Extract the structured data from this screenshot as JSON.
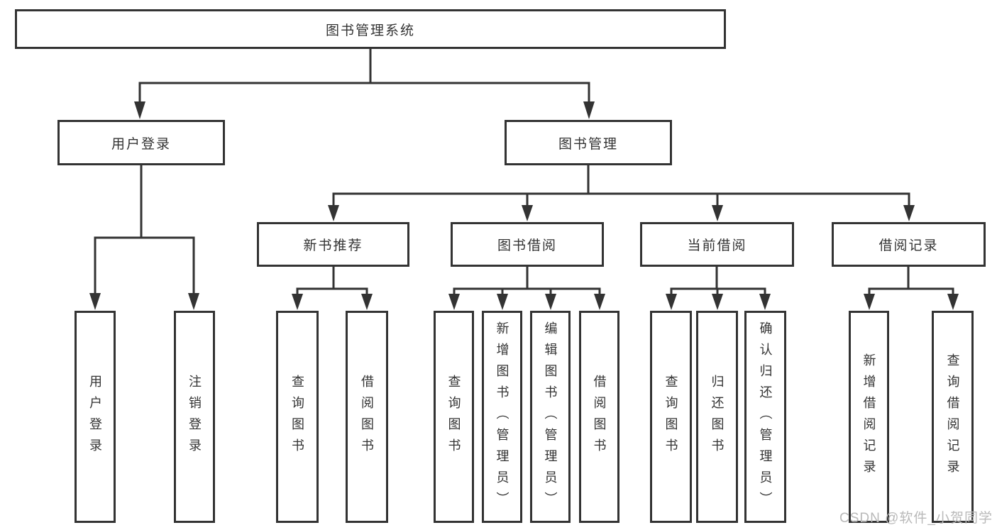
{
  "diagram": {
    "root": {
      "label": "图书管理系统"
    },
    "level2": [
      {
        "id": "user-login",
        "label": "用户登录"
      },
      {
        "id": "book-management",
        "label": "图书管理"
      }
    ],
    "level3": [
      {
        "id": "new-book-recommend",
        "label": "新书推荐",
        "parent": "图书管理"
      },
      {
        "id": "book-borrow",
        "label": "图书借阅",
        "parent": "图书管理"
      },
      {
        "id": "current-borrow",
        "label": "当前借阅",
        "parent": "图书管理"
      },
      {
        "id": "borrow-record",
        "label": "借阅记录",
        "parent": "图书管理"
      }
    ],
    "leaves": [
      {
        "label": "用户登录",
        "parent": "用户登录"
      },
      {
        "label": "注销登录",
        "parent": "用户登录"
      },
      {
        "label": "查询图书",
        "parent": "新书推荐"
      },
      {
        "label": "借阅图书",
        "parent": "新书推荐"
      },
      {
        "label": "查询图书",
        "parent": "图书借阅"
      },
      {
        "label": "新增图书（管理员）",
        "parent": "图书借阅"
      },
      {
        "label": "编辑图书（管理员）",
        "parent": "图书借阅"
      },
      {
        "label": "借阅图书",
        "parent": "图书借阅"
      },
      {
        "label": "查询图书",
        "parent": "当前借阅"
      },
      {
        "label": "归还图书",
        "parent": "当前借阅"
      },
      {
        "label": "确认归还（管理员）",
        "parent": "当前借阅"
      },
      {
        "label": "新增借阅记录",
        "parent": "借阅记录"
      },
      {
        "label": "查询借阅记录",
        "parent": "借阅记录"
      }
    ]
  },
  "watermark": {
    "text": "CSDN @软件_小贺同学",
    "color": "#b9b9b9"
  },
  "style": {
    "line_color": "#333333",
    "border_color": "#333333",
    "text_color": "#333333",
    "background": "#ffffff"
  }
}
